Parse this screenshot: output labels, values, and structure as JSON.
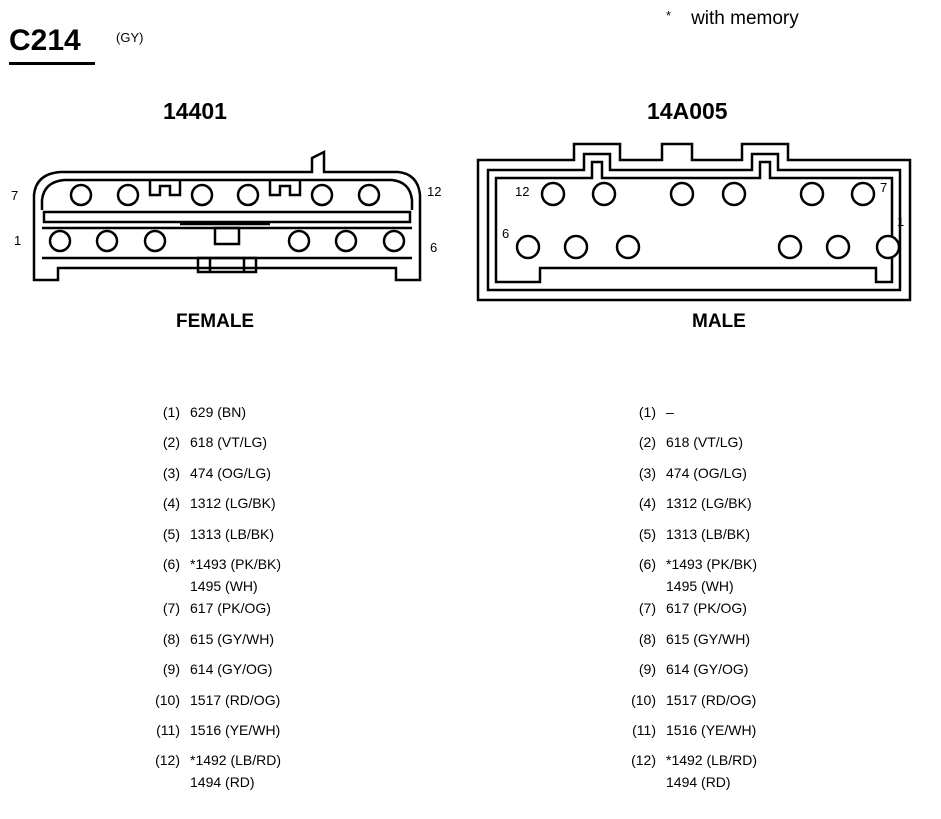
{
  "header": {
    "connector_id": "C214",
    "connector_color": "(GY)",
    "legend_symbol": "*",
    "legend_text": "with memory"
  },
  "female": {
    "part_number": "14401",
    "label": "FEMALE",
    "pin_left_top": "7",
    "pin_right_top": "12",
    "pin_left_bottom": "1",
    "pin_right_bottom": "6",
    "pins": [
      {
        "num": "(1)",
        "lines": [
          "629 (BN)"
        ]
      },
      {
        "num": "(2)",
        "lines": [
          "618 (VT/LG)"
        ]
      },
      {
        "num": "(3)",
        "lines": [
          "474 (OG/LG)"
        ]
      },
      {
        "num": "(4)",
        "lines": [
          "1312 (LG/BK)"
        ]
      },
      {
        "num": "(5)",
        "lines": [
          "1313 (LB/BK)"
        ]
      },
      {
        "num": "(6)",
        "lines": [
          "*1493 (PK/BK)",
          "1495 (WH)"
        ]
      },
      {
        "num": "(7)",
        "lines": [
          "617 (PK/OG)"
        ]
      },
      {
        "num": "(8)",
        "lines": [
          "615 (GY/WH)"
        ]
      },
      {
        "num": "(9)",
        "lines": [
          "614 (GY/OG)"
        ]
      },
      {
        "num": "(10)",
        "lines": [
          "1517 (RD/OG)"
        ]
      },
      {
        "num": "(11)",
        "lines": [
          "1516 (YE/WH)"
        ]
      },
      {
        "num": "(12)",
        "lines": [
          "*1492 (LB/RD)",
          "1494 (RD)"
        ]
      }
    ]
  },
  "male": {
    "part_number": "14A005",
    "label": "MALE",
    "pin_left_top": "12",
    "pin_right_top": "7",
    "pin_left_bottom": "6",
    "pin_right_bottom": "1",
    "pins": [
      {
        "num": "(1)",
        "lines": [
          "–"
        ]
      },
      {
        "num": "(2)",
        "lines": [
          "618 (VT/LG)"
        ]
      },
      {
        "num": "(3)",
        "lines": [
          "474 (OG/LG)"
        ]
      },
      {
        "num": "(4)",
        "lines": [
          "1312 (LG/BK)"
        ]
      },
      {
        "num": "(5)",
        "lines": [
          "1313 (LB/BK)"
        ]
      },
      {
        "num": "(6)",
        "lines": [
          "*1493 (PK/BK)",
          "1495 (WH)"
        ]
      },
      {
        "num": "(7)",
        "lines": [
          "617 (PK/OG)"
        ]
      },
      {
        "num": "(8)",
        "lines": [
          "615 (GY/WH)"
        ]
      },
      {
        "num": "(9)",
        "lines": [
          "614 (GY/OG)"
        ]
      },
      {
        "num": "(10)",
        "lines": [
          "1517 (RD/OG)"
        ]
      },
      {
        "num": "(11)",
        "lines": [
          "1516 (YE/WH)"
        ]
      },
      {
        "num": "(12)",
        "lines": [
          "*1492 (LB/RD)",
          "1494 (RD)"
        ]
      }
    ]
  }
}
